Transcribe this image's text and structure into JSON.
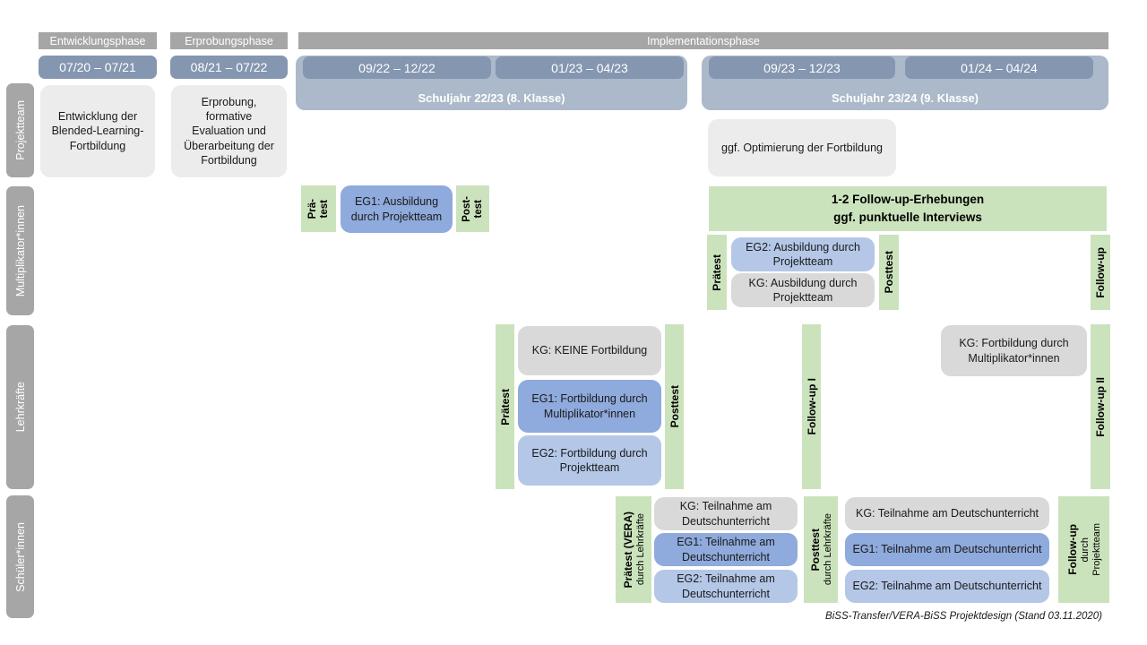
{
  "caption": "BiSS-Transfer/VERA-BiSS Projektdesign (Stand 03.11.2020)",
  "colors": {
    "phase_gray": "#A6A6A6",
    "date_blue": "#8496B0",
    "year_blue": "#ACB9CA",
    "box_light_gray": "#ECECEC",
    "kg_gray": "#D9D9D9",
    "eg1_blue": "#8FAADC",
    "eg2_blue": "#B4C7E7",
    "test_green": "#CBE3BC"
  },
  "phases": {
    "entwicklung": "Entwicklungsphase",
    "erprobung": "Erprobungsphase",
    "implementation": "Implementationsphase"
  },
  "timeline": {
    "d1": "07/20 – 07/21",
    "d2": "08/21 – 07/22",
    "d3": "09/22 – 12/22",
    "d4": "01/23 – 04/23",
    "d5": "09/23 – 12/23",
    "d6": "01/24 – 04/24",
    "year1": "Schuljahr 22/23 (8. Klasse)",
    "year2": "Schuljahr 23/24 (9. Klasse)"
  },
  "row_labels": {
    "projektteam": "Projektteam",
    "multiplikatoren": "Multiplikator*innen",
    "lehrkraefte": "Lehrkräfte",
    "schueler": "Schüler*innen"
  },
  "projektteam": {
    "entwicklung_box": "Entwicklung der Blended-Learning-Fortbildung",
    "erprobung_box": "Erprobung, formative Evaluation und Überarbeitung der Fortbildung",
    "optimierung_box": "ggf. Optimierung der Fortbildung"
  },
  "multiplikatoren": {
    "praetest1_lines": [
      "Prä-",
      "test"
    ],
    "eg1_box": "EG1: Ausbildung durch Projektteam",
    "posttest1_lines": [
      "Post-",
      "test"
    ],
    "banner_line1": "1-2 Follow-up-Erhebungen",
    "banner_line2": "ggf. punktuelle Interviews",
    "praetest2": "Prätest",
    "eg2_box": "EG2: Ausbildung durch Projektteam",
    "kg_box": "KG: Ausbildung durch Projektteam",
    "posttest2": "Posttest",
    "followup": "Follow-up"
  },
  "lehrkraefte": {
    "praetest": "Prätest",
    "kg_box": "KG: KEINE Fortbildung",
    "eg1_box": "EG1: Fortbildung durch Multiplikator*innen",
    "eg2_box": "EG2: Fortbildung durch Projektteam",
    "posttest": "Posttest",
    "followup1": "Follow-up I",
    "kg_box2": "KG: Fortbildung durch Multiplikator*innen",
    "followup2": "Follow-up II"
  },
  "schueler": {
    "praetest_main": "Prätest (VERA)",
    "praetest_sub": "durch Lehrkräfte",
    "kg_box1": "KG: Teilnahme am Deutschunterricht",
    "eg1_box1": "EG1: Teilnahme am Deutschunterricht",
    "eg2_box1": "EG2: Teilnahme am Deutschunterricht",
    "posttest_main": "Posttest",
    "posttest_sub": "durch Lehrkräfte",
    "kg_box2": "KG: Teilnahme am Deutschunterricht",
    "eg1_box2": "EG1: Teilnahme am Deutschunterricht",
    "eg2_box2": "EG2: Teilnahme am Deutschunterricht",
    "followup_main": "Follow-up",
    "followup_sub1": "durch",
    "followup_sub2": "Projektteam"
  }
}
